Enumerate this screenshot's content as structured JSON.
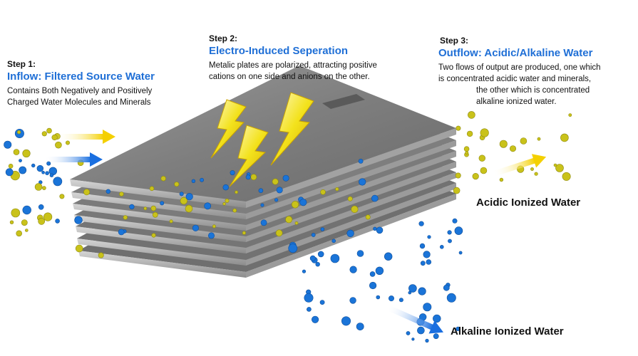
{
  "step1": {
    "label": "Step 1:",
    "title": "Inflow: Filtered Source Water",
    "desc_line1": "Contains Both Negatively and Positively",
    "desc_line2": "Charged Water Molecules and Minerals"
  },
  "step2": {
    "label": "Step 2:",
    "title": "Electro-Induced Seperation",
    "desc_line1": "Metalic plates are polarized, attracting positive",
    "desc_line2": "cations on one side and anions on the other."
  },
  "step3": {
    "label": "Step 3:",
    "title": "Outflow: Acidic/Alkaline Water",
    "desc_line1": "Two flows of output are produced, one which",
    "desc_line2": "is concentrated acidic water and minerals,",
    "desc_line3": "the other which is concentrated",
    "desc_line4": "alkaline ionized water."
  },
  "outputs": {
    "acidic_label": "Acidic Ionized Water",
    "alkaline_label": "Alkaline Ionized Water"
  },
  "colors": {
    "title_blue": "#1f6fd6",
    "cation_yellow": "#c9c21a",
    "anion_blue": "#1a74d8",
    "plate_gray": "#8a8a8a",
    "bolt_yellow": "#f3e21c"
  },
  "icons": [
    "lightning-bolt-icon",
    "arrow-right-icon"
  ]
}
